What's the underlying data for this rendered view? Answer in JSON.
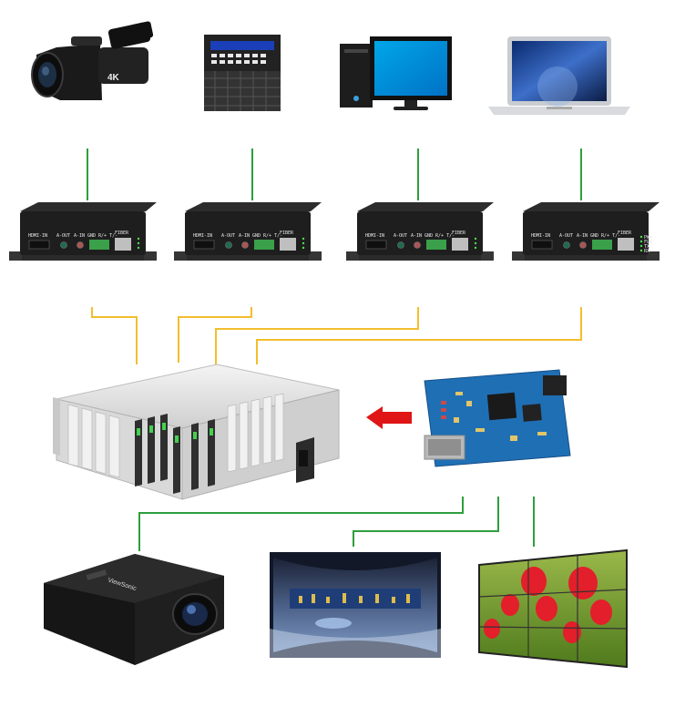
{
  "colors": {
    "fiber_line": "#f3be2e",
    "hdmi_line": "#2e9e3e",
    "arrow": "#e01515",
    "device_body": "#1e1e1e",
    "chassis": "#e2e2e2",
    "pcb": "#1f6fb5"
  },
  "sources": [
    {
      "id": "camcorder",
      "badge": "4K"
    },
    {
      "id": "matrix-switcher"
    },
    {
      "id": "desktop-pc"
    },
    {
      "id": "laptop"
    }
  ],
  "transmitters": [
    {
      "ports": {
        "hdmi": "HDMI-IN",
        "aout": "A-OUT",
        "ain": "A-IN",
        "data": "GND R/+ T/-",
        "fiber": "FIBER"
      }
    },
    {
      "ports": {
        "hdmi": "HDMI-IN",
        "aout": "A-OUT",
        "ain": "A-IN",
        "data": "GND R/+ T/-",
        "fiber": "FIBER"
      }
    },
    {
      "ports": {
        "hdmi": "HDMI-IN",
        "aout": "A-OUT",
        "ain": "A-IN",
        "data": "GND R/+ T/-",
        "fiber": "FIBER"
      }
    },
    {
      "ports": {
        "hdmi": "HDMI-IN",
        "aout": "A-OUT",
        "ain": "A-IN",
        "data": "GND R/+ T/-",
        "fiber": "FIBER"
      }
    }
  ],
  "status_leds": [
    "PWR",
    "FLK",
    "TX",
    "RX"
  ],
  "outputs": [
    {
      "id": "projector",
      "brand": "ViewSonic"
    },
    {
      "id": "curved-screen"
    },
    {
      "id": "video-wall"
    }
  ]
}
